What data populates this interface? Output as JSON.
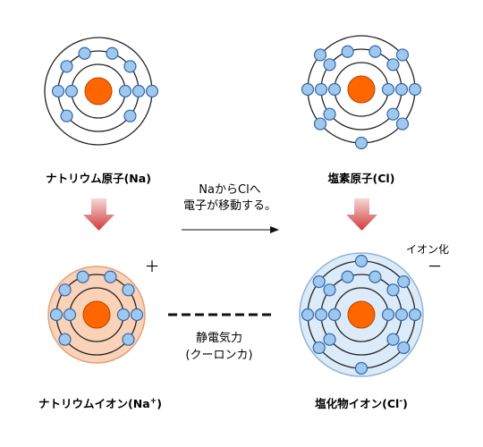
{
  "colors": {
    "nucleus": "#ff6600",
    "electron_fill": "#9ec8ee",
    "electron_stroke": "#3566a8",
    "shell_stroke": "#222222",
    "sodium_ion_fill": "#f9d2b8",
    "sodium_ion_stroke": "#e2a07c",
    "chloride_ion_fill": "#dcebfa",
    "chloride_ion_stroke": "#8fb4d8",
    "arrow_top": "#f7d6d6",
    "arrow_bottom": "#d13a3a"
  },
  "atoms": {
    "na_atom": {
      "label": "ナトリウム原子(Na)",
      "electrons_per_shell": [
        2,
        8,
        1
      ]
    },
    "cl_atom": {
      "label": "塩素原子(Cl)",
      "electrons_per_shell": [
        2,
        8,
        7
      ]
    },
    "na_ion": {
      "label_main": "ナトリウムイオン(Na",
      "label_sup": "+",
      "label_end": ")",
      "charge": "＋",
      "electrons_per_shell": [
        2,
        8
      ]
    },
    "cl_ion": {
      "label_main": "塩化物イオン(Cl",
      "label_sup": "-",
      "label_end": ")",
      "charge": "－",
      "tag": "イオン化",
      "electrons_per_shell": [
        2,
        8,
        8
      ]
    }
  },
  "transfer": {
    "line1": "NaからClへ",
    "line2": "電子が移動する。"
  },
  "bond": {
    "line1": "静電気力",
    "line2": "(クーロンカ)"
  },
  "icons": [
    "nucleus-icon",
    "electron-icon",
    "down-arrow-icon",
    "right-arrow-icon"
  ]
}
